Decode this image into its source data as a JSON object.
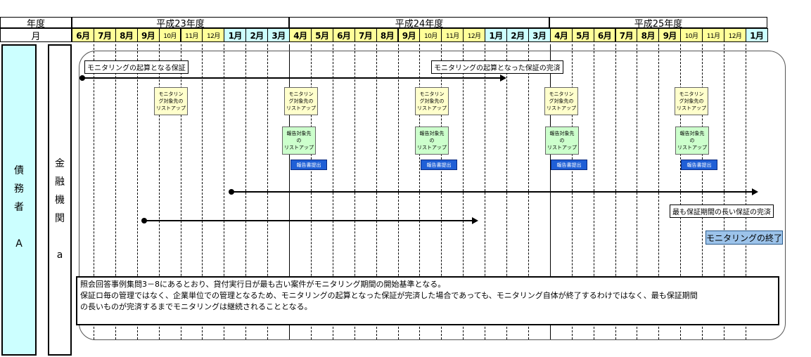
{
  "header": {
    "year_label": "年度",
    "month_label": "月",
    "fiscal_years": [
      "平成23年度",
      "平成24年度",
      "平成25年度"
    ],
    "months": [
      {
        "label": "6月",
        "style": "yellow"
      },
      {
        "label": "7月",
        "style": "yellow"
      },
      {
        "label": "8月",
        "style": "yellow"
      },
      {
        "label": "9月",
        "style": "yellow"
      },
      {
        "label": "10月",
        "style": "yellow"
      },
      {
        "label": "11月",
        "style": "yellow"
      },
      {
        "label": "12月",
        "style": "yellow"
      },
      {
        "label": "1月",
        "style": "cyan"
      },
      {
        "label": "2月",
        "style": "cyan"
      },
      {
        "label": "3月",
        "style": "cyan"
      },
      {
        "label": "4月",
        "style": "yellow"
      },
      {
        "label": "5月",
        "style": "yellow"
      },
      {
        "label": "6月",
        "style": "yellow"
      },
      {
        "label": "7月",
        "style": "yellow"
      },
      {
        "label": "8月",
        "style": "yellow"
      },
      {
        "label": "9月",
        "style": "yellow"
      },
      {
        "label": "10月",
        "style": "yellow"
      },
      {
        "label": "11月",
        "style": "yellow"
      },
      {
        "label": "12月",
        "style": "yellow"
      },
      {
        "label": "1月",
        "style": "cyan"
      },
      {
        "label": "2月",
        "style": "cyan"
      },
      {
        "label": "3月",
        "style": "cyan"
      },
      {
        "label": "4月",
        "style": "yellow"
      },
      {
        "label": "5月",
        "style": "yellow"
      },
      {
        "label": "6月",
        "style": "yellow"
      },
      {
        "label": "7月",
        "style": "yellow"
      },
      {
        "label": "8月",
        "style": "yellow"
      },
      {
        "label": "9月",
        "style": "yellow"
      },
      {
        "label": "10月",
        "style": "yellow"
      },
      {
        "label": "11月",
        "style": "yellow"
      },
      {
        "label": "12月",
        "style": "yellow"
      },
      {
        "label": "1月",
        "style": "cyan"
      }
    ]
  },
  "sidebar": {
    "debtor": [
      "債",
      "務",
      "者",
      "",
      "A"
    ],
    "institution": [
      "金",
      "融",
      "機",
      "関",
      "",
      "a"
    ]
  },
  "labels": {
    "start_guarantee": "モニタリングの起算となる保証",
    "start_guarantee_completed": "モニタリングの起算となった保証の完済",
    "longest_completed": "最も保証期間の長い保証の完済",
    "monitoring_end": "モニタリングの終了"
  },
  "steps": {
    "listup": "モニタリン\nグ対象先の\nリストアップ",
    "report_targets": "報告対象先\nの\nリストアップ",
    "report_submit": "報告書提出"
  },
  "note": {
    "line1": "照会回答事例集問3－8にあるとおり、貸付実行日が最も古い案件がモニタリング期間の開始基準となる。",
    "line2": "保証ロ毎の管理ではなく、企業単位での管理となるため、モニタリングの起算となった保証が完済した場合であっても、モニタリング自体が終了するわけではなく、最も保証期間",
    "line3": "の長いものが完済するまでモニタリングは継続されることとなる。"
  },
  "colors": {
    "month_yellow": "#ffff99",
    "month_cyan": "#ccffff",
    "sidebar_fill": "#ccffff",
    "report_button": "#1f5fd6",
    "end_box": "#9cc3ea"
  }
}
